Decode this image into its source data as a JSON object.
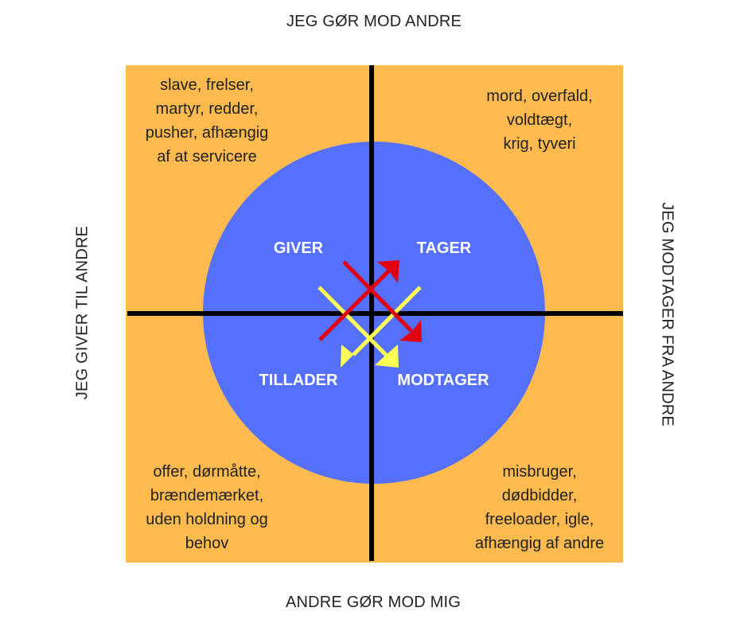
{
  "axes": {
    "top": "JEG GØR MOD ANDRE",
    "bottom": "ANDRE GØR MOD MIG",
    "left": "JEG GIVER TIL ANDRE",
    "right": "JEG MODTAGER FRA ANDRE"
  },
  "roles": {
    "giver": "GIVER",
    "tager": "TAGER",
    "tillader": "TILLADER",
    "modtager": "MODTAGER"
  },
  "quadrants": {
    "top_left": [
      "slave, frelser,",
      "martyr, redder,",
      "pusher, afhængig",
      "af at servicere"
    ],
    "top_right": [
      "mord, overfald,",
      "voldtægt,",
      "krig, tyveri"
    ],
    "bottom_left": [
      "offer, dørmåtte,",
      "brændemærket,",
      "uden holdning og",
      "behov"
    ],
    "bottom_right": [
      "misbruger,",
      "dødbidder,",
      "freeloader, igle,",
      "afhængig af andre"
    ]
  },
  "colors": {
    "background": "#fdbb4f",
    "circle": "#5470fd",
    "axis_lines": "#000000",
    "arrow_red": "#e0000f",
    "arrow_yellow": "#ffff55",
    "role_text": "#ffffff"
  }
}
